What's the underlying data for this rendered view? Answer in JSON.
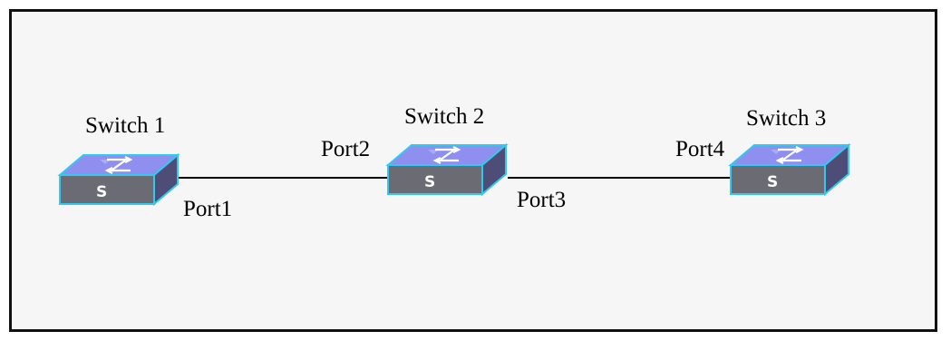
{
  "diagram": {
    "switches": [
      {
        "name": "Switch 1",
        "face_letter": "S"
      },
      {
        "name": "Switch 2",
        "face_letter": "S"
      },
      {
        "name": "Switch 3",
        "face_letter": "S"
      }
    ],
    "ports": {
      "port1": "Port1",
      "port2": "Port2",
      "port3": "Port3",
      "port4": "Port4"
    },
    "links": [
      {
        "from": "Switch 1",
        "to": "Switch 2",
        "from_port": "Port1",
        "to_port": "Port2"
      },
      {
        "from": "Switch 2",
        "to": "Switch 3",
        "from_port": "Port3",
        "to_port": "Port4"
      }
    ],
    "colors": {
      "background": "#f6f6f6",
      "border": "#111111",
      "switch_top": "#8f8ff0",
      "switch_front": "#6b6b74",
      "switch_side": "#4d4d78",
      "switch_outline": "#33c8f0",
      "link": "#000000"
    }
  }
}
